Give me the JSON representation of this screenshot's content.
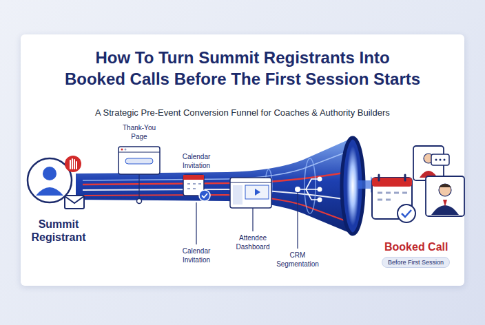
{
  "diagram": {
    "title": "How To Turn Summit Registrants Into Booked Calls Before The First Session Starts",
    "nodes": [
      {
        "text": [
          "Summit Registrant"
        ]
      },
      {
        "text": [
          "Thank-You Page"
        ]
      },
      {
        "text": [
          "Calendar Invitation"
        ]
      },
      {
        "text": [
          "Attendee Dashboard"
        ]
      },
      {
        "text": [
          "CRM Segmentation"
        ]
      },
      {
        "text": [
          "Booked Call"
        ]
      },
      {
        "text": [
          "Before First Session"
        ]
      }
    ],
    "labels": [
      "A Strategic Pre-Event Conversion Funnel for Coaches & Authority Builders",
      "Calendar Invitation"
    ]
  }
}
